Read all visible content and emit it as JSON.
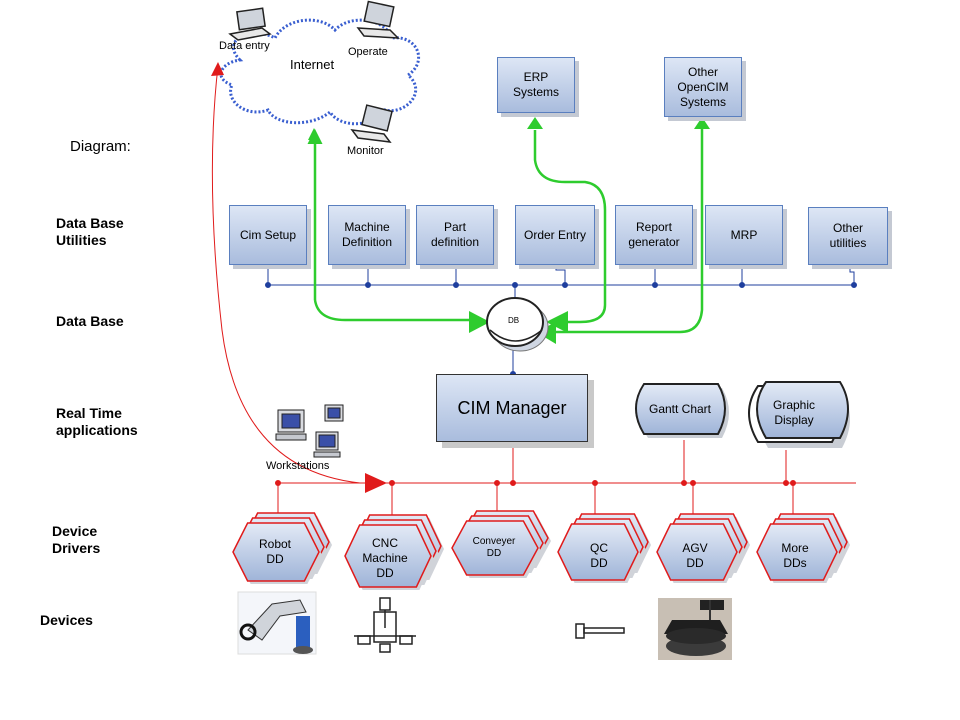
{
  "diagram_label": "Diagram:",
  "layers": {
    "db_utilities": "Data Base\nUtilities",
    "database": "Data Base",
    "realtime": "Real Time\napplications",
    "device_drivers": "Device\nDrivers",
    "devices": "Devices"
  },
  "internet": {
    "label": "Internet",
    "data_entry": "Data entry",
    "operate": "Operate",
    "monitor": "Monitor"
  },
  "external": {
    "erp": "ERP\nSystems",
    "other_opencim": "Other\nOpenCIM\nSystems"
  },
  "utilities": [
    "Cim Setup",
    "Machine\nDefinition",
    "Part\ndefinition",
    "Order Entry",
    "Report\ngenerator",
    "MRP",
    "Other\nutilities"
  ],
  "db_label": "DB",
  "cim_manager": "CIM Manager",
  "gantt_chart": "Gantt Chart",
  "graphic_display": "Graphic\nDisplay",
  "workstations": "Workstations",
  "drivers": [
    "Robot\nDD",
    "CNC\nMachine\nDD",
    "Conveyer\nDD",
    "QC\nDD",
    "AGV\nDD",
    "More\nDDs"
  ],
  "colors": {
    "box_fill": "#b7c7e3",
    "box_border": "#5a7fbf",
    "driver_line": "#e01b1b",
    "internet_link": "#2ecc2e",
    "bus_blue": "#1f3f9e"
  }
}
